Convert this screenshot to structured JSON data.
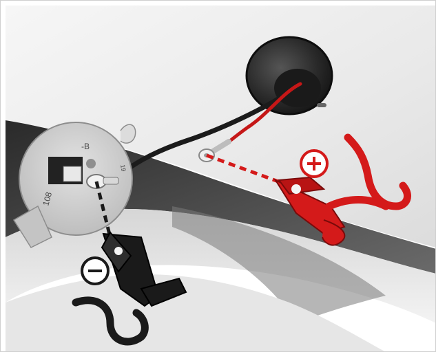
{
  "illustration": {
    "plate_marking_top": "-B",
    "plate_marking_side": "108",
    "plate_marking_small": "19",
    "positive_symbol": "+",
    "negative_symbol": "−"
  },
  "colors": {
    "body_panel": "#efefef",
    "wheel_arch": "#3c3c3c",
    "grommet": "#2b2b2b",
    "positive_clamp": "#d41a1a",
    "negative_clamp": "#1a1a1a",
    "terminal_plate": "#cfcfcf",
    "cable_red": "#c51717",
    "cable_black": "#1b1b1b"
  },
  "icons": [
    "plus-circle-icon",
    "minus-circle-icon",
    "red-alligator-clamp",
    "black-alligator-clamp",
    "ring-terminal"
  ]
}
